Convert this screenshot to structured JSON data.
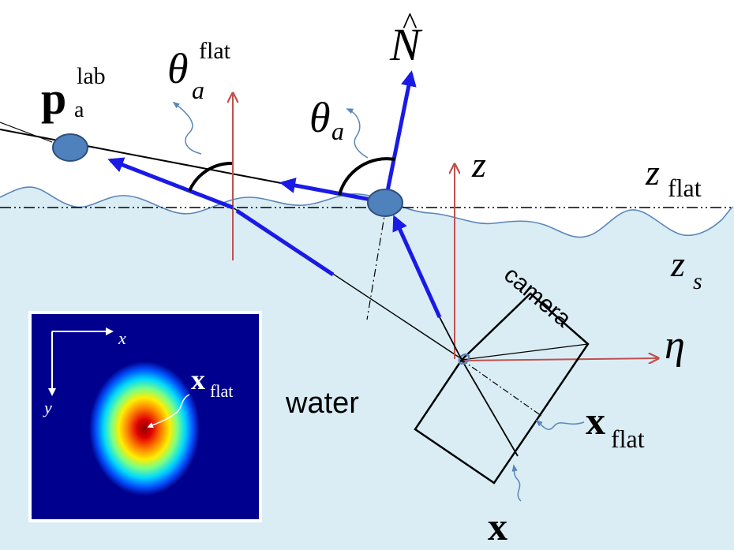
{
  "labels": {
    "p": "p",
    "p_sub": "a",
    "p_sup": "lab",
    "theta_flat": "θ",
    "theta_flat_sub": "a",
    "theta_flat_sup": "flat",
    "theta_a": "θ",
    "theta_a_sub": "a",
    "normal": "N",
    "normal_hat": "^",
    "z": "z",
    "z_flat": "z",
    "z_flat_sub": "flat",
    "z_s": "z",
    "z_s_sub": "s",
    "camera": "camera",
    "eta": "η",
    "water": "water",
    "x_flat": "x",
    "x_flat_sub": "flat",
    "x": "x",
    "inset_x": "x",
    "inset_y": "y",
    "inset_x_flat": "x",
    "inset_x_flat_sub": "flat"
  },
  "colors": {
    "water": "#daedf5",
    "surface_wave": "#5a86b8",
    "ray_blue": "#1a1ae6",
    "axis_red": "#c0504d",
    "marker_fill": "#4f81bd",
    "marker_edge": "#2d4f7a",
    "inset_bg": "#00008f"
  }
}
